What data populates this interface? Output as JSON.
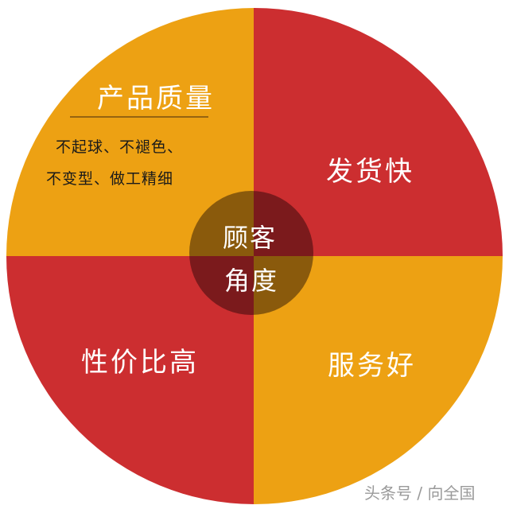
{
  "colors": {
    "orange": "#EDA113",
    "red": "#CC2E30",
    "center_orange": "#8A5A0C",
    "center_red": "#7B1A1C",
    "divider": "#7A5010"
  },
  "center": {
    "line1": "顾客",
    "line2": "角度"
  },
  "quadrants": {
    "top_left": {
      "title": "产品质量",
      "sub1": "不起球、不褪色、",
      "sub2": "不变型、做工精细"
    },
    "top_right": {
      "title": "发货快"
    },
    "bottom_left": {
      "title": "性价比高"
    },
    "bottom_right": {
      "title": "服务好"
    }
  },
  "watermark": "头条号 / 向全国"
}
